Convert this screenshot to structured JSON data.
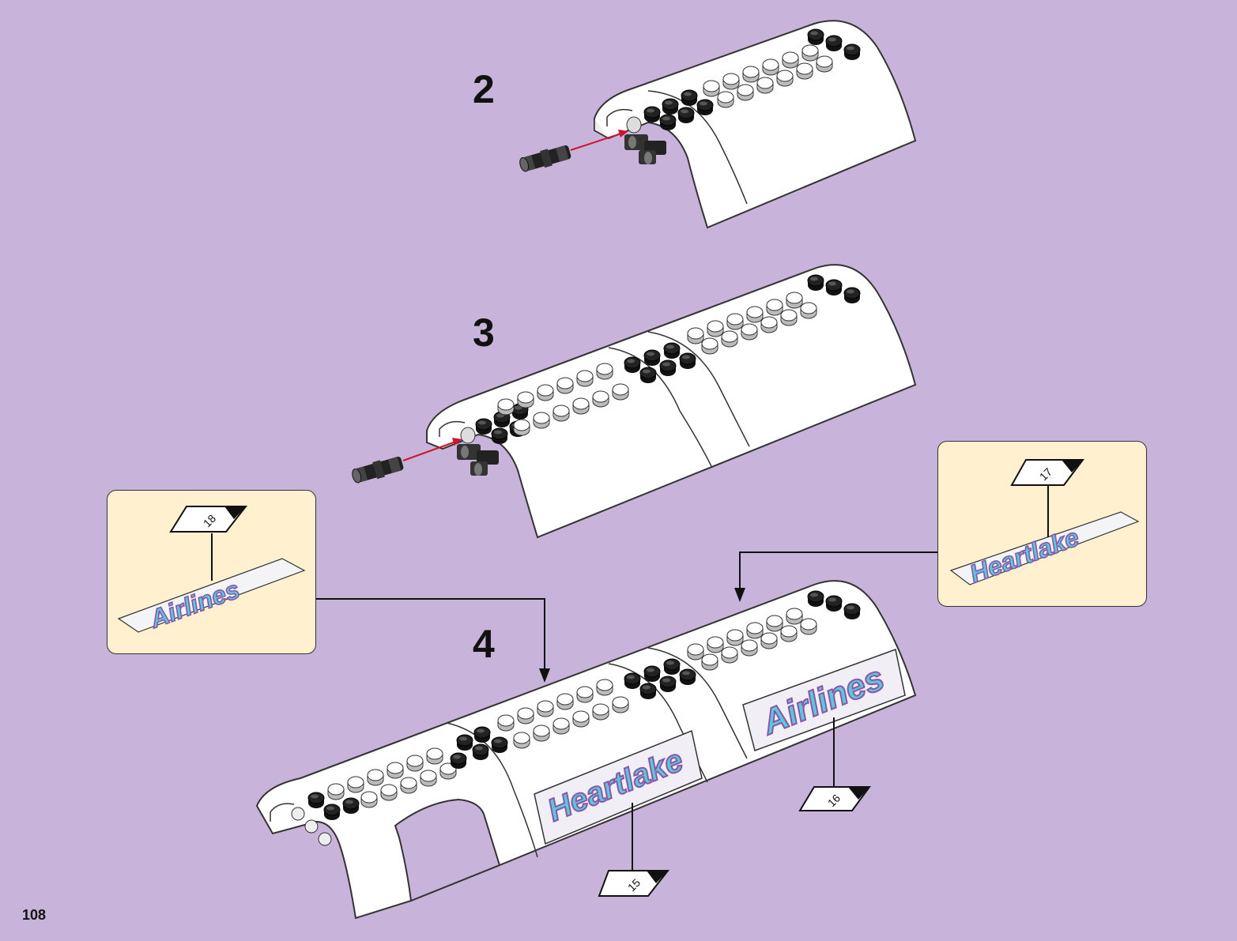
{
  "page_number": "108",
  "steps": [
    {
      "number": "2"
    },
    {
      "number": "3"
    },
    {
      "number": "4"
    }
  ],
  "stickers": {
    "airlines_text": "Airlines",
    "heartlake_text": "Heartlake",
    "callout_left_id": "18",
    "callout_right_id": "17",
    "applied_left_id": "15",
    "applied_right_id": "16"
  },
  "colors": {
    "background": "#c8b4da",
    "callout": "#fff0cf",
    "arrow": "#d0142c",
    "sticker_text": "#5bc8dc",
    "sticker_outline": "#8a57a8"
  }
}
